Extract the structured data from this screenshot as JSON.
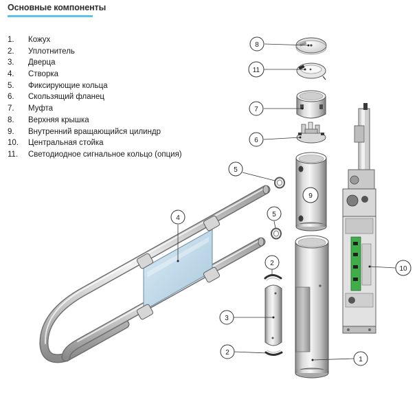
{
  "title": "Основные компоненты",
  "legend": [
    {
      "num": "1.",
      "label": "Кожух"
    },
    {
      "num": "2.",
      "label": "Уплотнитель"
    },
    {
      "num": "3.",
      "label": "Дверца"
    },
    {
      "num": "4.",
      "label": "Створка"
    },
    {
      "num": "5.",
      "label": "Фиксирующие кольца"
    },
    {
      "num": "6.",
      "label": "Скользящий фланец"
    },
    {
      "num": "7.",
      "label": "Муфта"
    },
    {
      "num": "8.",
      "label": "Верхняя крышка"
    },
    {
      "num": "9.",
      "label": "Внутренний вращающийся цилиндр"
    },
    {
      "num": "10.",
      "label": "Центральная стойка"
    },
    {
      "num": "11.",
      "label": "Светодиодное сигнальное кольцо (опция)"
    }
  ],
  "callouts": {
    "c1": "1",
    "c2a": "2",
    "c2b": "2",
    "c3": "3",
    "c4": "4",
    "c5a": "5",
    "c5b": "5",
    "c6": "6",
    "c7": "7",
    "c8": "8",
    "c9": "9",
    "c10": "10",
    "c11": "11"
  },
  "colors": {
    "accent": "#5bc4ea",
    "metal_light": "#e6e6e6",
    "metal_dark": "#8c8c8c",
    "glass": "#c4dbea",
    "pcb_green": "#3fae49"
  }
}
